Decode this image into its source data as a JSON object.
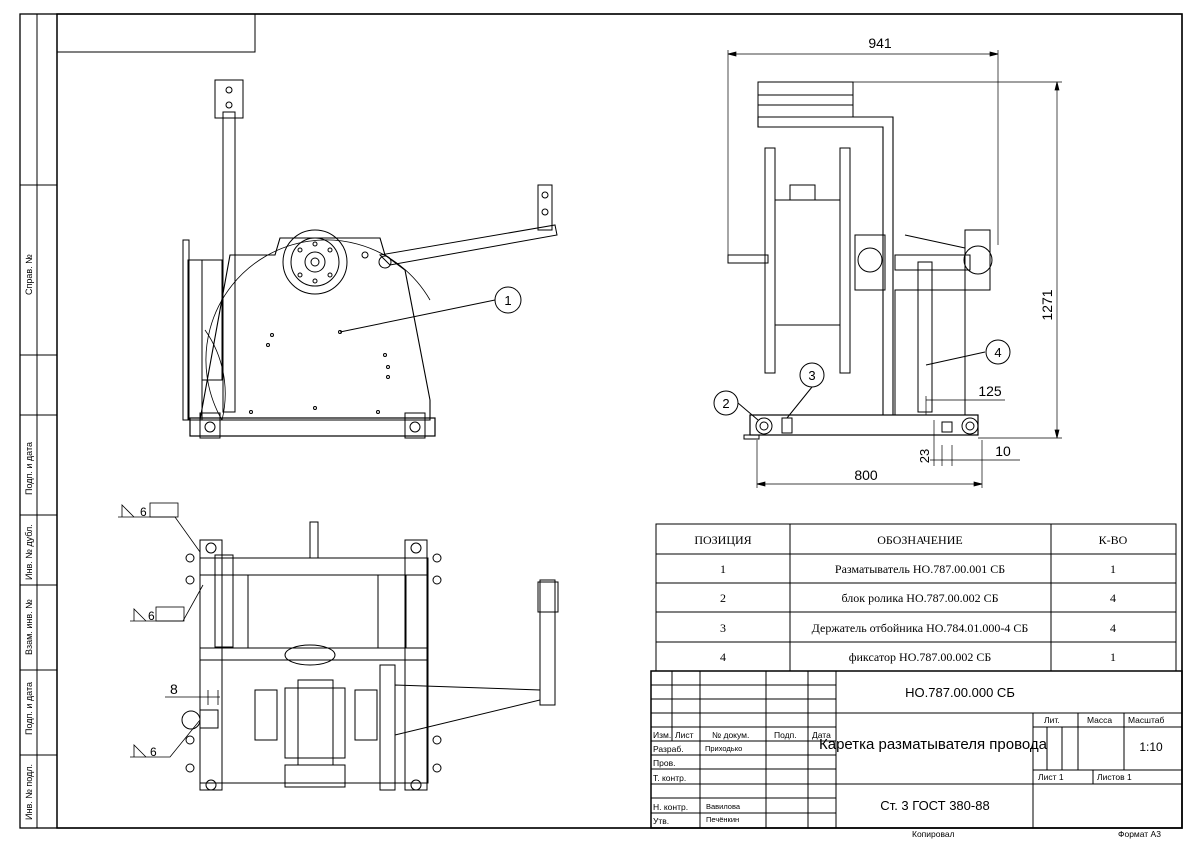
{
  "side_stamps": [
    "Справ. №",
    "Подп. и дата",
    "Инв. № дубл.",
    "Взам. инв. №",
    "Подп. и дата",
    "Инв. № подл."
  ],
  "dimensions": {
    "width_side": "941",
    "height_side": "1271",
    "base_width": "800",
    "offset_125": "125",
    "offset_10": "10",
    "offset_23": "23",
    "plan_8": "8",
    "weld_1": "6",
    "weld_2": "6",
    "weld_3": "6"
  },
  "callouts": [
    "1",
    "2",
    "3",
    "4"
  ],
  "spec_table": {
    "headers": [
      "ПОЗИЦИЯ",
      "ОБОЗНАЧЕНИЕ",
      "К-ВО"
    ],
    "rows": [
      {
        "pos": "1",
        "name": "Разматыватель НО.787.00.001 СБ",
        "qty": "1"
      },
      {
        "pos": "2",
        "name": "блок ролика НО.787.00.002 СБ",
        "qty": "4"
      },
      {
        "pos": "3",
        "name": "Держатель отбойника НО.784.01.000-4 СБ",
        "qty": "4"
      },
      {
        "pos": "4",
        "name": "фиксатор НО.787.00.002 СБ",
        "qty": "1"
      }
    ]
  },
  "title_block": {
    "doc_number": "НО.787.00.000 СБ",
    "title": "Каретка разматывателя провода",
    "material": "Ст. 3 ГОСТ 380-88",
    "col_izm": "Изм.",
    "col_list": "Лист",
    "col_doc": "№ докум.",
    "col_sign": "Подп.",
    "col_date": "Дата",
    "role_razrab": "Разраб.",
    "razrab_name": "Приходько",
    "role_prov": "Пров.",
    "role_tkontr": "Т. контр.",
    "role_nkontr": "Н. контр.",
    "nkontr_name": "Вавилова",
    "role_utv": "Утв.",
    "utv_name": "Печёнкин",
    "lit": "Лит.",
    "mass": "Масса",
    "scale_label": "Масштаб",
    "scale": "1:10",
    "sheet": "Лист 1",
    "sheets": "Листов 1",
    "copied": "Копировал",
    "format": "Формат А3"
  }
}
